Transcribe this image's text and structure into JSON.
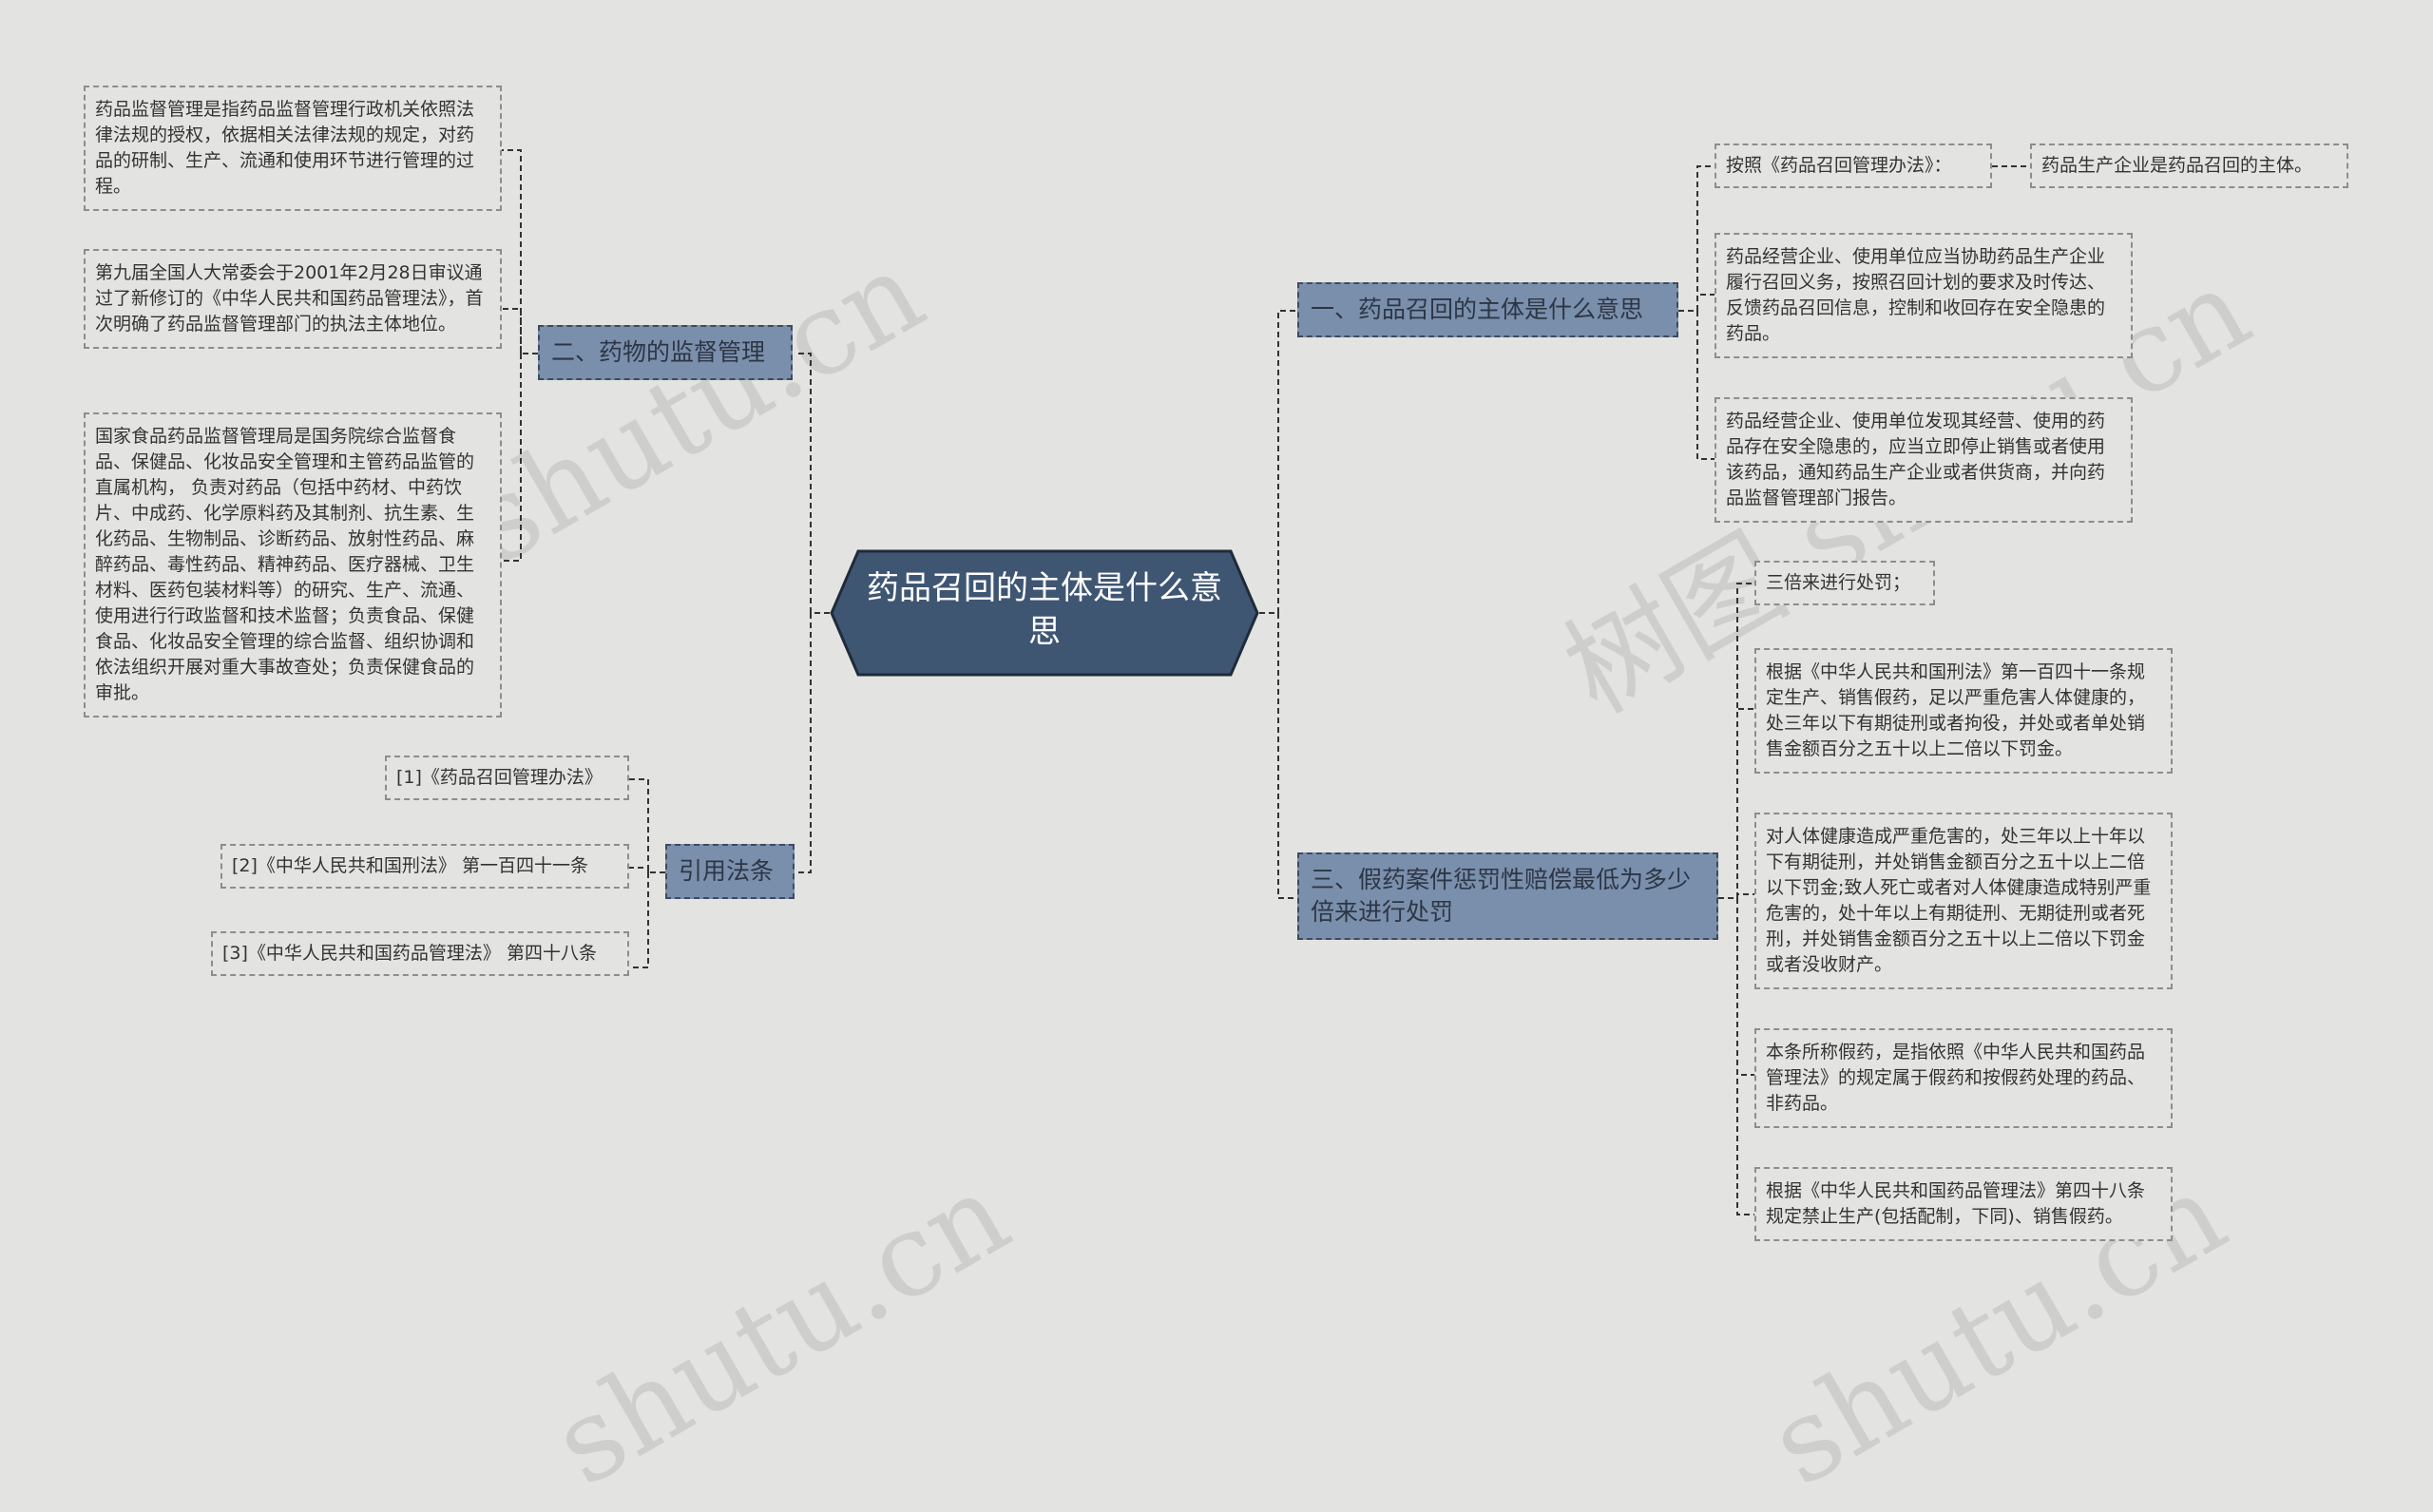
{
  "root": {
    "title": "药品召回的主体是什么意思"
  },
  "left_branches": [
    {
      "label": "二、药物的监督管理",
      "items": [
        "药品监督管理是指药品监督管理行政机关依照法律法规的授权，依据相关法律法规的规定，对药品的研制、生产、流通和使用环节进行管理的过程。",
        "第九届全国人大常委会于2001年2月28日审议通过了新修订的《中华人民共和国药品管理法》，首次明确了药品监督管理部门的执法主体地位。",
        "国家食品药品监督管理局是国务院综合监督食品、保健品、化妆品安全管理和主管药品监管的直属机构， 负责对药品（包括中药材、中药饮片、中成药、化学原料药及其制剂、抗生素、生化药品、生物制品、诊断药品、放射性药品、麻醉药品、毒性药品、精神药品、医疗器械、卫生材料、医药包装材料等）的研究、生产、流通、使用进行行政监督和技术监督；负责食品、保健食品、化妆品安全管理的综合监督、组织协调和依法组织开展对重大事故查处；负责保健食品的审批。"
      ]
    },
    {
      "label": "引用法条",
      "items": [
        "[1]《药品召回管理办法》",
        "[2]《中华人民共和国刑法》 第一百四十一条",
        "[3]《中华人民共和国药品管理法》 第四十八条"
      ]
    }
  ],
  "right_branches": [
    {
      "label": "一、药品召回的主体是什么意思",
      "items": [
        "按照《药品召回管理办法》：",
        "药品生产企业是药品召回的主体。",
        "药品经营企业、使用单位应当协助药品生产企业履行召回义务，按照召回计划的要求及时传达、反馈药品召回信息，控制和收回存在安全隐患的药品。",
        "药品经营企业、使用单位发现其经营、使用的药品存在安全隐患的，应当立即停止销售或者使用该药品，通知药品生产企业或者供货商，并向药品监督管理部门报告。"
      ]
    },
    {
      "label": "三、假药案件惩罚性赔偿最低为多少倍来进行处罚",
      "items": [
        "三倍来进行处罚；",
        "根据《中华人民共和国刑法》第一百四十一条规定生产、销售假药，足以严重危害人体健康的，处三年以下有期徒刑或者拘役，并处或者单处销售金额百分之五十以上二倍以下罚金。",
        "对人体健康造成严重危害的，处三年以上十年以下有期徒刑，并处销售金额百分之五十以上二倍以下罚金;致人死亡或者对人体健康造成特别严重危害的，处十年以上有期徒刑、无期徒刑或者死刑，并处销售金额百分之五十以上二倍以下罚金或者没收财产。",
        "本条所称假药，是指依照《中华人民共和国药品管理法》的规定属于假药和按假药处理的药品、非药品。",
        "根据《中华人民共和国药品管理法》第四十八条规定禁止生产(包括配制，下同)、销售假药。"
      ]
    }
  ],
  "watermarks": [
    "shutu.cn",
    "树图 shutu.cn",
    "shutu.cn",
    "shutu.cn"
  ],
  "colors": {
    "background": "#e3e4e1",
    "root_fill": "#3f5673",
    "branch_fill": "#7a8fac",
    "connector": "#333333"
  }
}
